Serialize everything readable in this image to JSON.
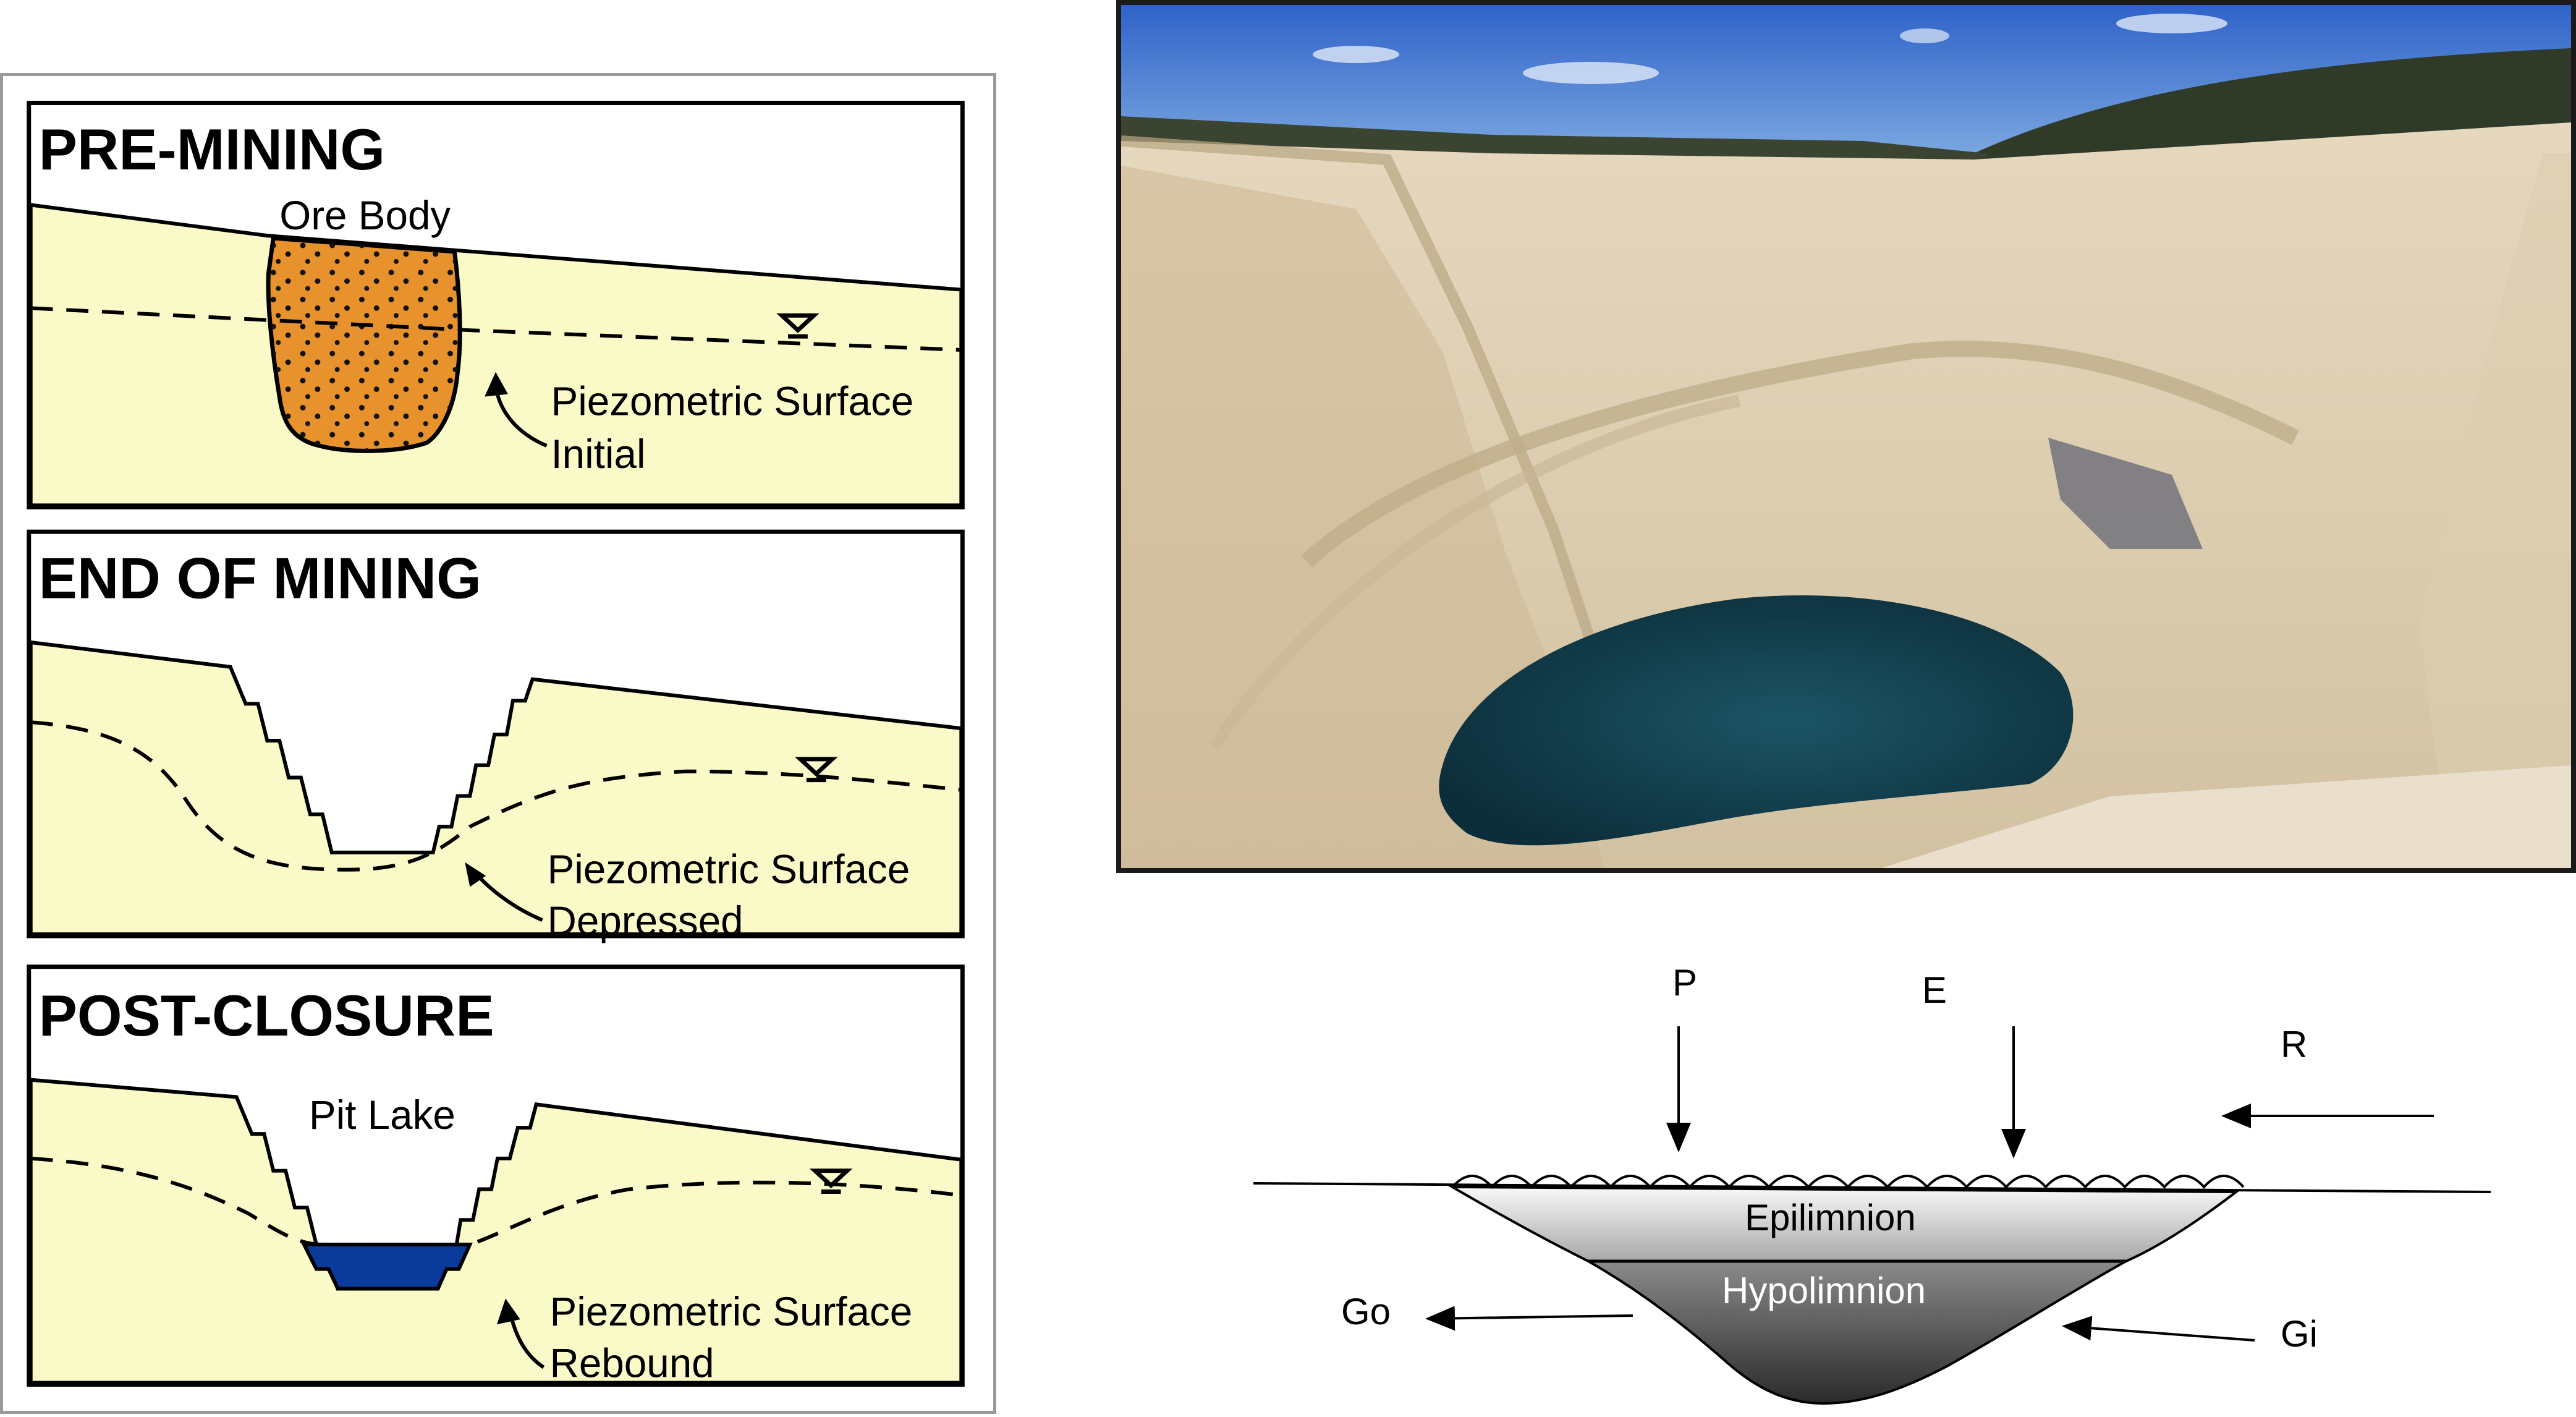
{
  "stages": {
    "pre": {
      "title": "PRE-MINING",
      "ore_label": "Ore Body",
      "surface_label_1": "Piezometric Surface",
      "surface_label_2": "Initial"
    },
    "end": {
      "title": "END OF MINING",
      "surface_label_1": "Piezometric Surface",
      "surface_label_2": "Depressed"
    },
    "post": {
      "title": "POST-CLOSURE",
      "lake_label": "Pit Lake",
      "surface_label_1": "Piezometric Surface",
      "surface_label_2": "Rebound"
    }
  },
  "water_budget": {
    "precipitation": "P",
    "evaporation": "E",
    "runoff": "R",
    "groundwater_out": "Go",
    "groundwater_in": "Gi",
    "epilimnion": "Epilimnion",
    "hypolimnion": "Hypolimnion"
  },
  "colors": {
    "soil": "#fafac8",
    "ore": "#e8922e",
    "lake": "#0a3a9a",
    "sky": "#3a6fd0",
    "pit_water": "#0f3a4a"
  }
}
